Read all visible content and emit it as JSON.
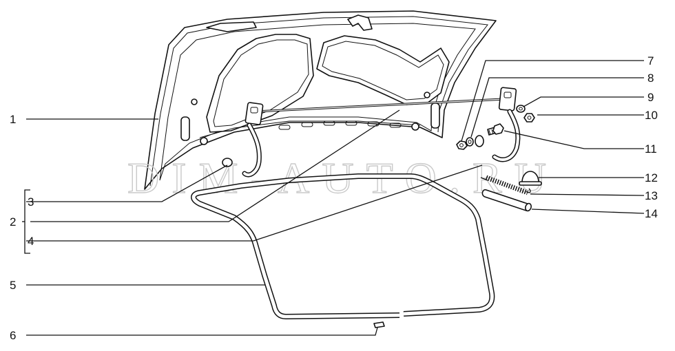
{
  "watermark": "DIM-AUTO.RU",
  "callouts": {
    "c1": "1",
    "c2": "2",
    "c3": "3",
    "c4": "4",
    "c5": "5",
    "c6": "6",
    "c7": "7",
    "c8": "8",
    "c9": "9",
    "c10": "10",
    "c11": "11",
    "c12": "12",
    "c13": "13",
    "c14": "14"
  }
}
